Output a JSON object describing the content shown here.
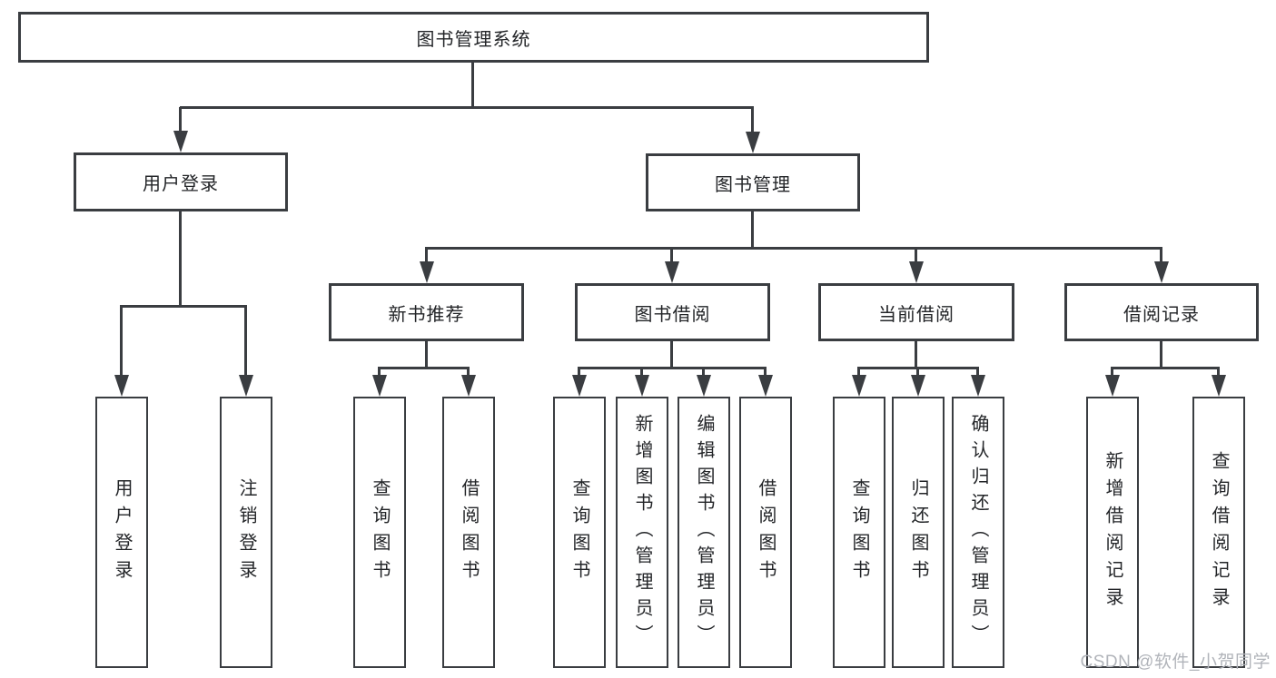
{
  "root": {
    "label": "图书管理系统"
  },
  "level2": {
    "user_login": {
      "label": "用户登录"
    },
    "book_mgmt": {
      "label": "图书管理"
    }
  },
  "level3": {
    "new_book": {
      "label": "新书推荐"
    },
    "book_borrow": {
      "label": "图书借阅"
    },
    "current_borrow": {
      "label": "当前借阅"
    },
    "borrow_records": {
      "label": "借阅记录"
    }
  },
  "leaves": {
    "user_login_leaf": "用户登录",
    "logout": "注销登录",
    "nb_query_book": "查询图书",
    "nb_borrow_book": "借阅图书",
    "bb_query_book": "查询图书",
    "bb_add_book": "新增图书（管理员）",
    "bb_edit_book": "编辑图书（管理员）",
    "bb_borrow_book": "借阅图书",
    "cb_query_book": "查询图书",
    "cb_return_book": "归还图书",
    "cb_confirm_return": "确认归还（管理员）",
    "br_add_record": "新增借阅记录",
    "br_query_record": "查询借阅记录"
  },
  "watermark": {
    "text": "CSDN @软件_小贺同学"
  },
  "colors": {
    "line": "#3a3d41",
    "text": "#232528",
    "watermark": "#b1b4ba"
  }
}
